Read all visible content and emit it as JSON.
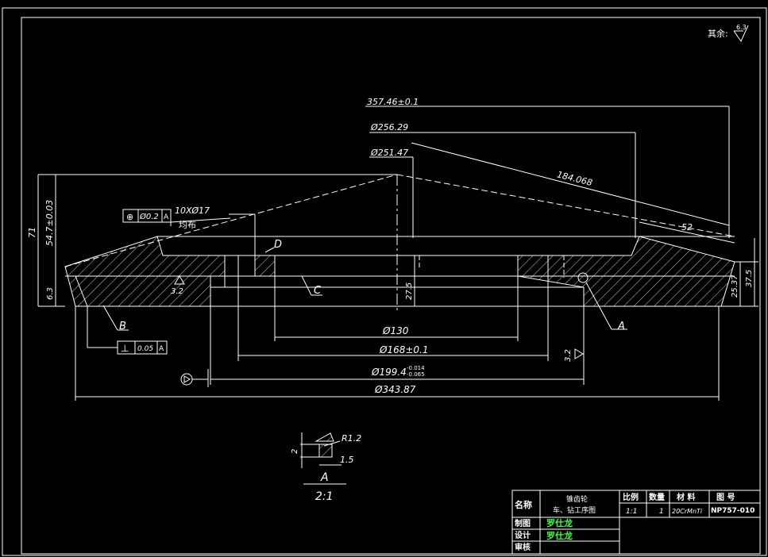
{
  "roughness": {
    "label": "其余:",
    "value": "6.3"
  },
  "dimensions": {
    "overall_length": "357.46±0.1",
    "dia_256": "Ø256.29",
    "dia_251": "Ø251.47",
    "slant": "184.068",
    "d52": "52",
    "h71": "71",
    "h54": "54.7±0.03",
    "h63": "6.3",
    "h275": "27.5",
    "h2537": "25.37",
    "h375": "37.5",
    "dia130": "Ø130",
    "dia168": "Ø168±0.1",
    "dia199": "Ø199.4",
    "dia199_tol_up": "-0.014",
    "dia199_tol_dn": "-0.065",
    "dia343": "Ø343.87",
    "holes": "10XØ17",
    "holes_note": "均布",
    "rough32a": "3.2",
    "rough32b": "3.2"
  },
  "callouts": {
    "A": "A",
    "B": "B",
    "C": "C",
    "D": "D"
  },
  "tolerances": {
    "position": {
      "symbol": "⊕",
      "value": "Ø0.2",
      "datum": "A"
    },
    "perpendicular": {
      "symbol": "⊥",
      "value": "0.05",
      "datum": "A"
    }
  },
  "detail": {
    "label": "A",
    "scale": "2:1",
    "r": "R1.2",
    "w": "1.5",
    "h": "2"
  },
  "title_block": {
    "name_label": "名称",
    "part_name": "锥齿轮",
    "process": "车、钻工序图",
    "scale_label": "比例",
    "qty_label": "数量",
    "material_label": "材 料",
    "drawing_no_label": "图 号",
    "scale": "1:1",
    "qty": "1",
    "material": "20CrMnTi",
    "drawing_no": "NP757-010",
    "draw_label": "制图",
    "design_label": "设计",
    "review_label": "审核",
    "drawer": "罗仕龙",
    "designer": "罗仕龙"
  },
  "colors": {
    "background": "#000000",
    "lines": "#ffffff",
    "names": "#3cff3c"
  }
}
